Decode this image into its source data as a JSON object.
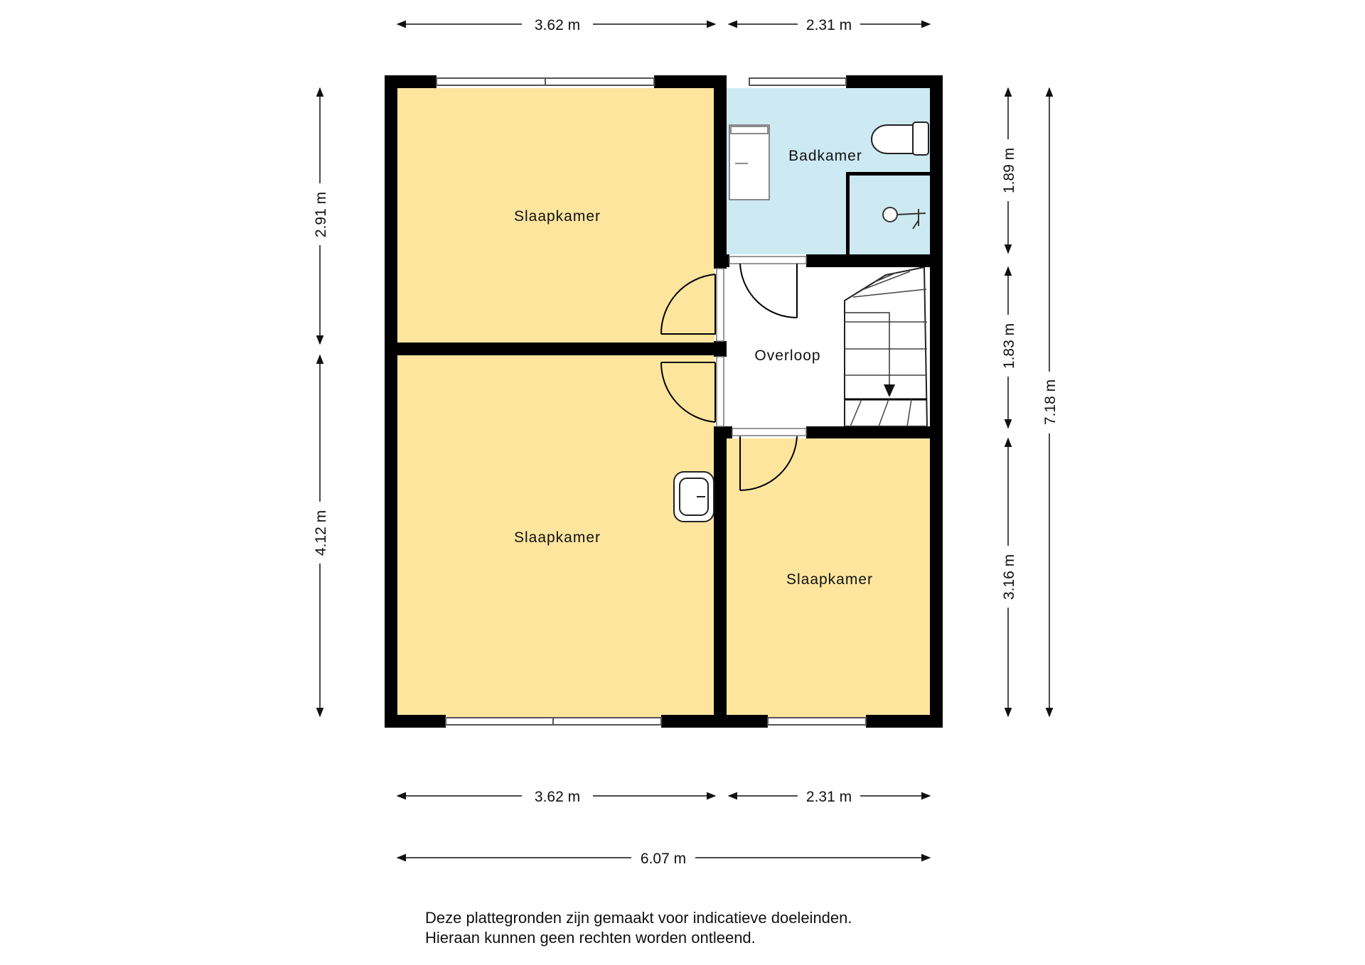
{
  "rooms": {
    "top_left": "Slaapkamer",
    "bathroom": "Badkamer",
    "landing": "Overloop",
    "bottom_left": "Slaapkamer",
    "bottom_right": "Slaapkamer"
  },
  "dimensions": {
    "top_left": "3.62 m",
    "top_right": "2.31 m",
    "bottom_left": "3.62 m",
    "bottom_right": "2.31 m",
    "total_width": "6.07 m",
    "left_upper": "2.91 m",
    "left_lower": "4.12 m",
    "right_bath": "1.89 m",
    "right_landing": "1.83 m",
    "right_bedroom": "3.16 m",
    "total_height": "7.18 m"
  },
  "disclaimer": {
    "line1": "Deze plattegronden zijn gemaakt voor indicatieve doeleinden.",
    "line2": "Hieraan kunnen geen rechten worden ontleend."
  },
  "colors": {
    "bedroom_fill": "#fde59e",
    "bathroom_fill": "#cdeaf2",
    "landing_fill": "#ffffff",
    "wall": "#000000"
  }
}
